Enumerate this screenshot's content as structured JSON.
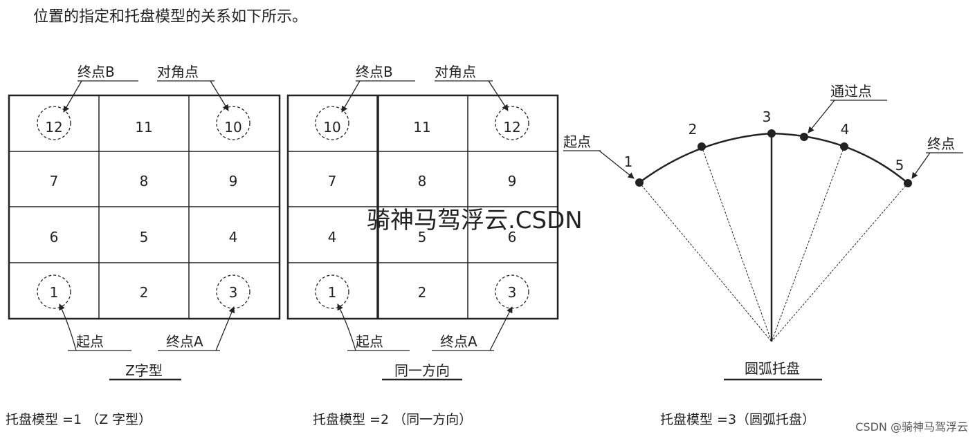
{
  "intro_text": "位置的指定和托盘模型的关系如下所示。",
  "panel_z": {
    "top_label_left": "终点B",
    "top_label_right": "对角点",
    "cells": [
      [
        "12",
        "11",
        "10"
      ],
      [
        "7",
        "8",
        "9"
      ],
      [
        "6",
        "5",
        "4"
      ],
      [
        "1",
        "2",
        "3"
      ]
    ],
    "bottom_label_left": "起点",
    "bottom_label_right": "终点A",
    "title": "Z字型"
  },
  "panel_same": {
    "top_label_left": "终点B",
    "top_label_right": "对角点",
    "cells": [
      [
        "10",
        "11",
        "12"
      ],
      [
        "7",
        "8",
        "9"
      ],
      [
        "4",
        "5",
        "6"
      ],
      [
        "1",
        "2",
        "3"
      ]
    ],
    "bottom_label_left": "起点",
    "bottom_label_right": "终点A",
    "title": "同一方向"
  },
  "panel_arc": {
    "label_start": "起点",
    "label_via": "通过点",
    "label_end": "终点",
    "points": [
      "1",
      "2",
      "3",
      "4",
      "5"
    ],
    "title": "圆弧托盘"
  },
  "captions": {
    "mode1": "托盘模型 =1 （Z 字型）",
    "mode2": "托盘模型 =2 （同一方向）",
    "mode3": "托盘模型 =3（圆弧托盘）"
  },
  "watermark": "骑神马驾浮云.CSDN",
  "footer": "CSDN @骑神马驾浮云"
}
